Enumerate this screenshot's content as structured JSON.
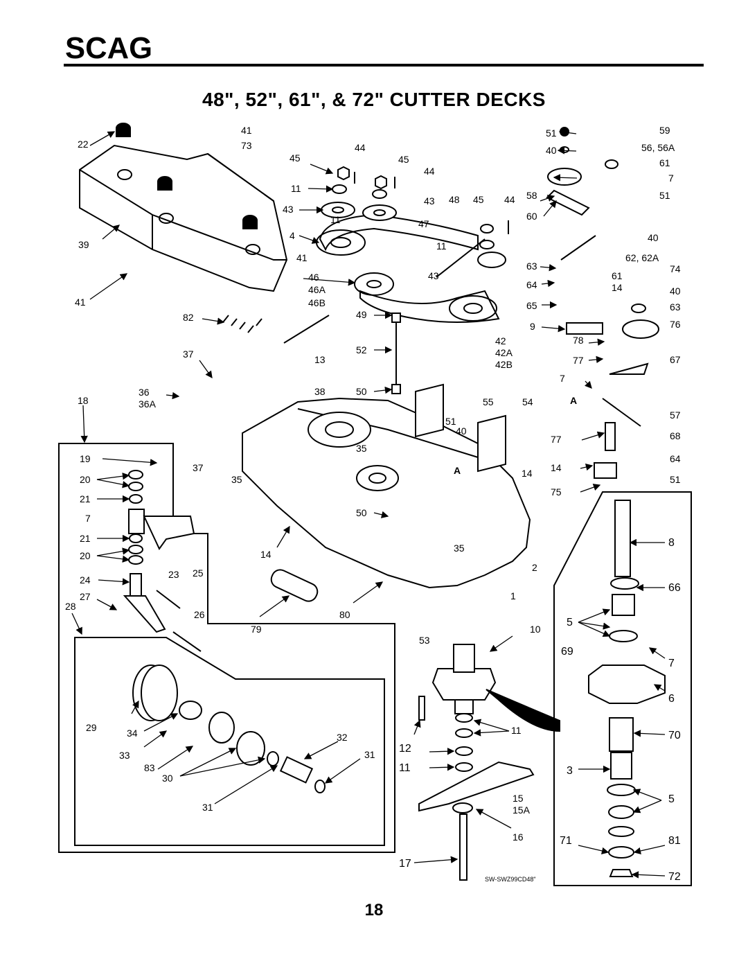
{
  "brand": "SCAG",
  "title": "48\", 52\", 61\", & 72\" CUTTER DECKS",
  "page_number": "18",
  "drawing_code": "SW-SWZ99CD48\"",
  "callouts": [
    "22",
    "41",
    "73",
    "45",
    "44",
    "45",
    "44",
    "11",
    "43",
    "11",
    "43",
    "48",
    "45",
    "44",
    "4",
    "47",
    "39",
    "11",
    "41",
    "46",
    "46A",
    "46B",
    "43",
    "41",
    "82",
    "49",
    "42",
    "42A",
    "42B",
    "37",
    "13",
    "52",
    "36",
    "36A",
    "38",
    "50",
    "18",
    "55",
    "54",
    "51",
    "40",
    "19",
    "37",
    "35",
    "35",
    "20",
    "21",
    "7",
    "14",
    "21",
    "20",
    "50",
    "35",
    "14",
    "24",
    "23",
    "25",
    "27",
    "28",
    "26",
    "79",
    "80",
    "53",
    "10",
    "2",
    "1",
    "29",
    "34",
    "33",
    "83",
    "30",
    "32",
    "31",
    "31",
    "12",
    "11",
    "11",
    "15",
    "15A",
    "16",
    "17",
    "51",
    "59",
    "40",
    "56, 56A",
    "61",
    "7",
    "58",
    "51",
    "60",
    "40",
    "62, 62A",
    "63",
    "74",
    "64",
    "61",
    "14",
    "40",
    "65",
    "63",
    "9",
    "76",
    "78",
    "77",
    "67",
    "7",
    "A",
    "A",
    "57",
    "77",
    "68",
    "14",
    "64",
    "75",
    "51",
    "8",
    "66",
    "5",
    "69",
    "7",
    "6",
    "70",
    "3",
    "5",
    "71",
    "81",
    "72"
  ]
}
